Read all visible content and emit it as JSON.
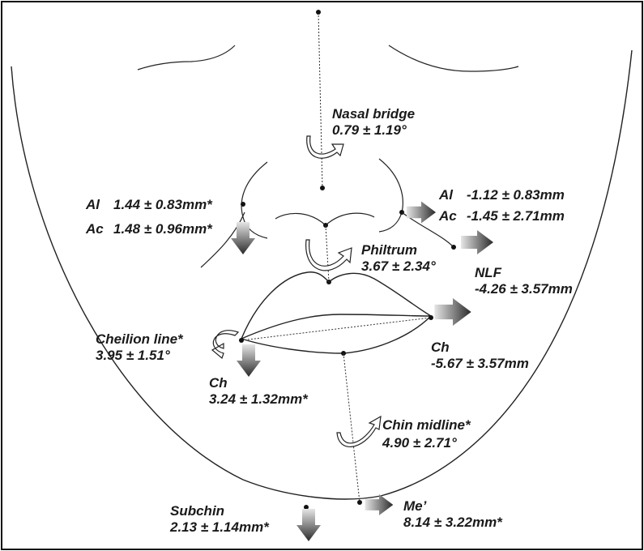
{
  "labels": {
    "nasal_bridge": {
      "name": "Nasal bridge",
      "value": "0.79 ± 1.19°"
    },
    "al_right": {
      "name": "Al",
      "value": "1.44 ± 0.83mm*"
    },
    "ac_right": {
      "name": "Ac",
      "value": "1.48 ± 0.96mm*"
    },
    "al_left": {
      "name": "Al",
      "value": "-1.12 ± 0.83mm"
    },
    "ac_left": {
      "name": "Ac",
      "value": "-1.45 ± 2.71mm"
    },
    "philtrum": {
      "name": "Philtrum",
      "value": "3.67 ± 2.34°"
    },
    "nlf": {
      "name": "NLF",
      "value": "-4.26 ± 3.57mm"
    },
    "cheilion_line": {
      "name": "Cheilion line*",
      "value": "3.95 ± 1.51°"
    },
    "ch_right": {
      "name": "Ch",
      "value": "3.24 ± 1.32mm*"
    },
    "ch_left": {
      "name": "Ch",
      "value": "-5.67 ± 3.57mm"
    },
    "chin_midline": {
      "name": "Chin midline*",
      "value": "4.90 ± 2.71°"
    },
    "subchin": {
      "name": "Subchin",
      "value": "2.13 ± 1.14mm*"
    },
    "me": {
      "name": "Me’",
      "value": "8.14 ± 3.22mm*"
    }
  },
  "colors": {
    "outline": "#222222",
    "arrow_dark": "#2a2a2a",
    "arrow_light": "#e6e6e6"
  },
  "icons": {
    "straight_arrow": "gradient-block-arrow-icon",
    "rotation_arrow": "curved-rotation-arrow-icon"
  }
}
